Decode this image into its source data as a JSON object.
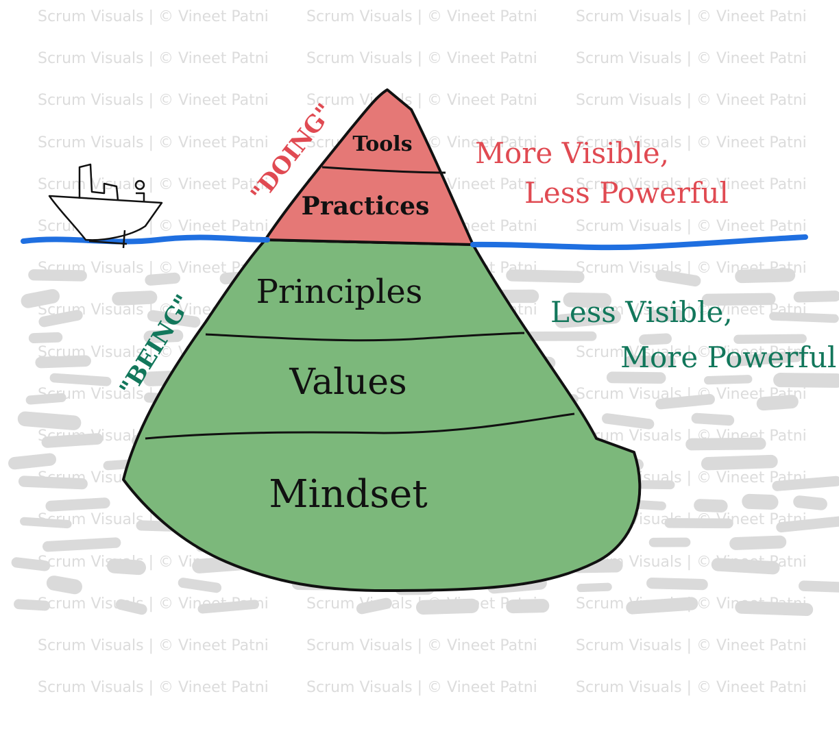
{
  "watermark": {
    "text": "Scrum Visuals | © Vineet Patni"
  },
  "colors": {
    "doing": "#e57876",
    "being": "#7cb87b",
    "water": "#1f6fe0",
    "doing_text": "#e04a52",
    "being_text": "#12775b",
    "outline": "#111111"
  },
  "iceberg": {
    "above_water": [
      {
        "id": "tools",
        "label": "Tools"
      },
      {
        "id": "practices",
        "label": "Practices"
      }
    ],
    "below_water": [
      {
        "id": "principles",
        "label": "Principles"
      },
      {
        "id": "values",
        "label": "Values"
      },
      {
        "id": "mindset",
        "label": "Mindset"
      }
    ]
  },
  "annotations": {
    "doing": "\"DOING\"",
    "being": "\"BEING\"",
    "more_visible": "More Visible,",
    "less_powerful": "Less Powerful",
    "less_visible": "Less Visible,",
    "more_powerful": "More Powerful"
  },
  "icons": {
    "boat": "boat-icon"
  }
}
